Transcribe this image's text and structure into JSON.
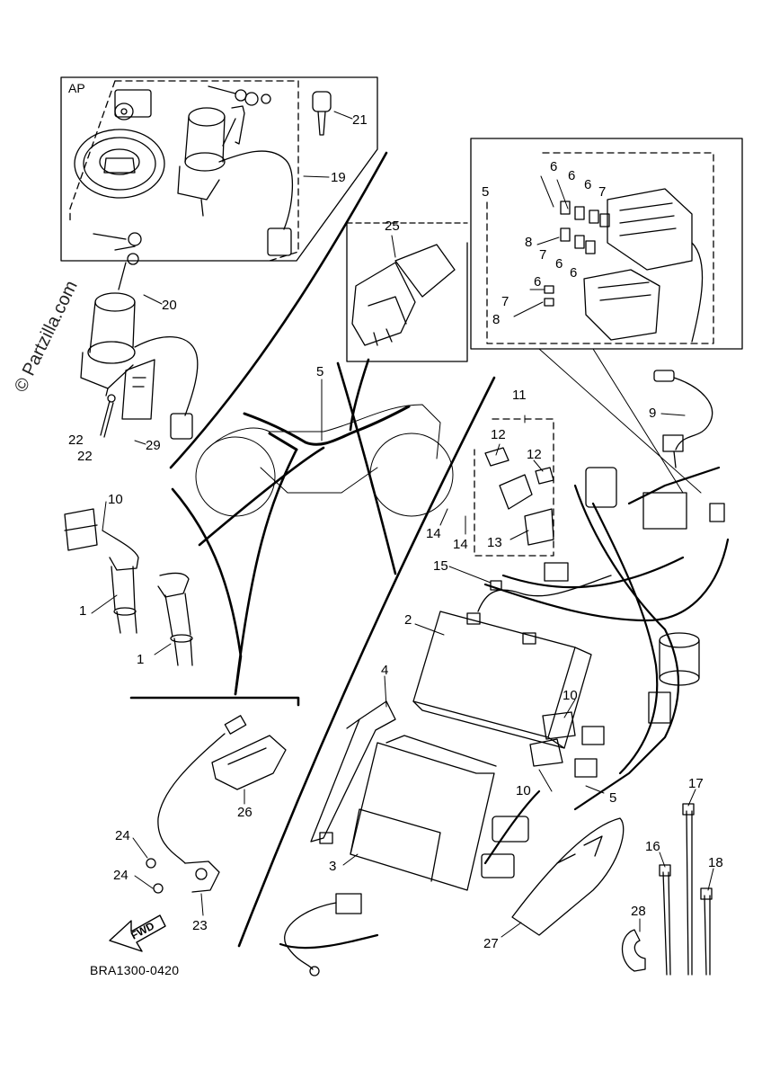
{
  "diagram": {
    "inset_ap_label": "AP",
    "drawing_code": "BRA1300-0420",
    "watermark": "© Partzilla.com",
    "fwd_label": "FWD",
    "callouts": [
      {
        "id": "c1a",
        "text": "1"
      },
      {
        "id": "c1b",
        "text": "1"
      },
      {
        "id": "c2",
        "text": "2"
      },
      {
        "id": "c3",
        "text": "3"
      },
      {
        "id": "c4",
        "text": "4"
      },
      {
        "id": "c5a",
        "text": "5"
      },
      {
        "id": "c5b",
        "text": "5"
      },
      {
        "id": "c5c",
        "text": "5"
      },
      {
        "id": "c6a",
        "text": "6"
      },
      {
        "id": "c6b",
        "text": "6"
      },
      {
        "id": "c6c",
        "text": "6"
      },
      {
        "id": "c6d",
        "text": "6"
      },
      {
        "id": "c6e",
        "text": "6"
      },
      {
        "id": "c6f",
        "text": "6"
      },
      {
        "id": "c7a",
        "text": "7"
      },
      {
        "id": "c7b",
        "text": "7"
      },
      {
        "id": "c7c",
        "text": "7"
      },
      {
        "id": "c8a",
        "text": "8"
      },
      {
        "id": "c8b",
        "text": "8"
      },
      {
        "id": "c9",
        "text": "9"
      },
      {
        "id": "c10a",
        "text": "10"
      },
      {
        "id": "c10b",
        "text": "10"
      },
      {
        "id": "c10c",
        "text": "10"
      },
      {
        "id": "c11",
        "text": "11"
      },
      {
        "id": "c12a",
        "text": "12"
      },
      {
        "id": "c12b",
        "text": "12"
      },
      {
        "id": "c13",
        "text": "13"
      },
      {
        "id": "c14a",
        "text": "14"
      },
      {
        "id": "c14b",
        "text": "14"
      },
      {
        "id": "c15",
        "text": "15"
      },
      {
        "id": "c16",
        "text": "16"
      },
      {
        "id": "c17",
        "text": "17"
      },
      {
        "id": "c18",
        "text": "18"
      },
      {
        "id": "c19",
        "text": "19"
      },
      {
        "id": "c20",
        "text": "20"
      },
      {
        "id": "c21",
        "text": "21"
      },
      {
        "id": "c22a",
        "text": "22"
      },
      {
        "id": "c22b",
        "text": "22"
      },
      {
        "id": "c23",
        "text": "23"
      },
      {
        "id": "c24a",
        "text": "24"
      },
      {
        "id": "c24b",
        "text": "24"
      },
      {
        "id": "c25",
        "text": "25"
      },
      {
        "id": "c26",
        "text": "26"
      },
      {
        "id": "c27",
        "text": "27"
      },
      {
        "id": "c28",
        "text": "28"
      },
      {
        "id": "c29",
        "text": "29"
      }
    ]
  }
}
